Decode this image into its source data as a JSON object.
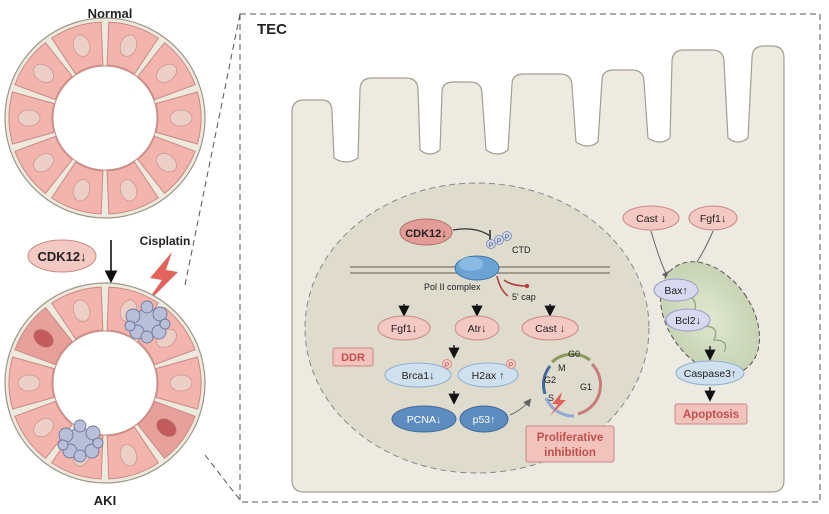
{
  "left_panel": {
    "normal_label": "Normal",
    "aki_label": "AKI",
    "cdk12_label": "CDK12↓",
    "cisplatin_label": "Cisplatin"
  },
  "tec_panel": {
    "title": "TEC",
    "nucleus": {
      "cdk12_label": "CDK12↓",
      "p_label": "P",
      "ctd_label": "CTD",
      "polii_label": "Pol II complex",
      "cap_label": "5' cap",
      "fgf1_label": "Fgf1↓",
      "atr_label": "Atr↓",
      "cast_label": "Cast ↓",
      "ddr_label": "DDR",
      "brca1_label": "Brca1↓",
      "h2ax_label": "H2ax ↑",
      "pcna_label": "PCNA↓",
      "p53_label": "p53↑",
      "cycle_g0": "G0",
      "cycle_m": "M",
      "cycle_g1": "G1",
      "cycle_g2": "G2",
      "cycle_s": "S",
      "prolif_line1": "Proliferative",
      "prolif_line2": "inhibition"
    },
    "apoptosis_path": {
      "cast_label": "Cast ↓",
      "fgf1_label": "Fgf1↓",
      "bax_label": "Bax↑",
      "bcl2_label": "Bcl2↓",
      "caspase3_label": "Caspase3↑",
      "apoptosis_label": "Apoptosis"
    }
  },
  "colors": {
    "cell_pink": "#f4b4ae",
    "cell_pink_stroke": "#c98a84",
    "nucleus_fill": "#ecd0c8",
    "nucleus_stroke": "#c9988f",
    "lumen": "#ffffff",
    "tubule_bg": "#ede9dc",
    "tec_fill": "#eceae1",
    "pink_node": "#f4c8c3",
    "blue_node": "#cfe0ee",
    "dark_blue_node": "#5d8cbf",
    "lavender_node": "#d8d8ef",
    "ddr_fill": "#f2c3bc",
    "bolt": "#e2625c",
    "cdk12_dark": "#e39d96"
  }
}
